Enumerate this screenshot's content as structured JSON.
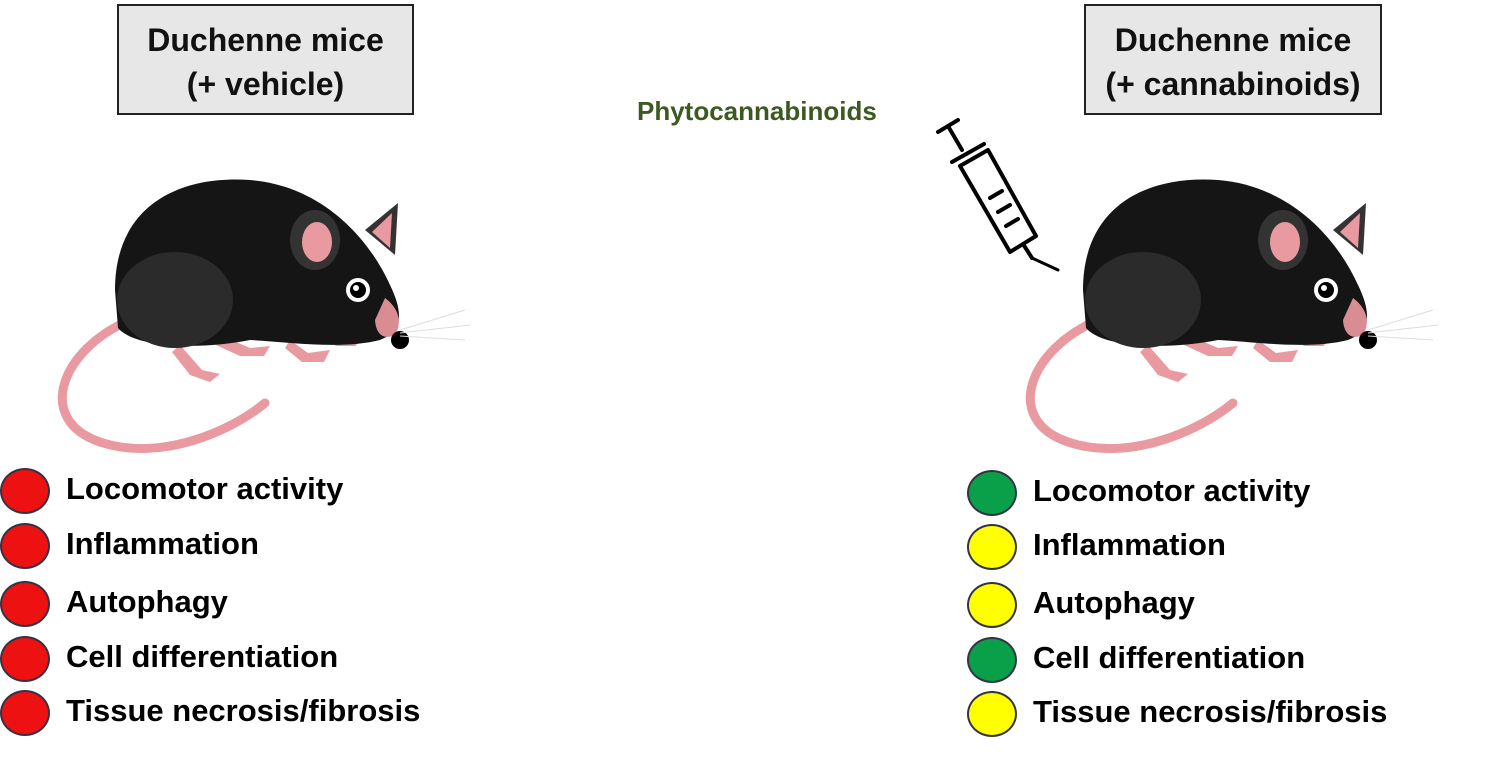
{
  "colors": {
    "worse": "#ee1111",
    "improved": "#0aa04a",
    "partial": "#ffff00",
    "treatment_text": "#3b5a22",
    "mouse_body": "#151515",
    "mouse_pink": "#e99aa0"
  },
  "left_group": {
    "title_line1": "Duchenne mice",
    "title_line2": "(+ vehicle)",
    "outcomes": [
      {
        "label": "Locomotor activity",
        "status": "worse"
      },
      {
        "label": "Inflammation",
        "status": "worse"
      },
      {
        "label": "Autophagy",
        "status": "worse"
      },
      {
        "label": "Cell differentiation",
        "status": "worse"
      },
      {
        "label": "Tissue necrosis/fibrosis",
        "status": "worse"
      }
    ]
  },
  "right_group": {
    "title_line1": "Duchenne mice",
    "title_line2": "(+ cannabinoids)",
    "outcomes": [
      {
        "label": "Locomotor activity",
        "status": "improved"
      },
      {
        "label": "Inflammation",
        "status": "partial"
      },
      {
        "label": "Autophagy",
        "status": "partial"
      },
      {
        "label": "Cell differentiation",
        "status": "improved"
      },
      {
        "label": "Tissue necrosis/fibrosis",
        "status": "partial"
      }
    ]
  },
  "treatment": {
    "label": "Phytocannabinoids",
    "icon": "syringe-icon"
  }
}
